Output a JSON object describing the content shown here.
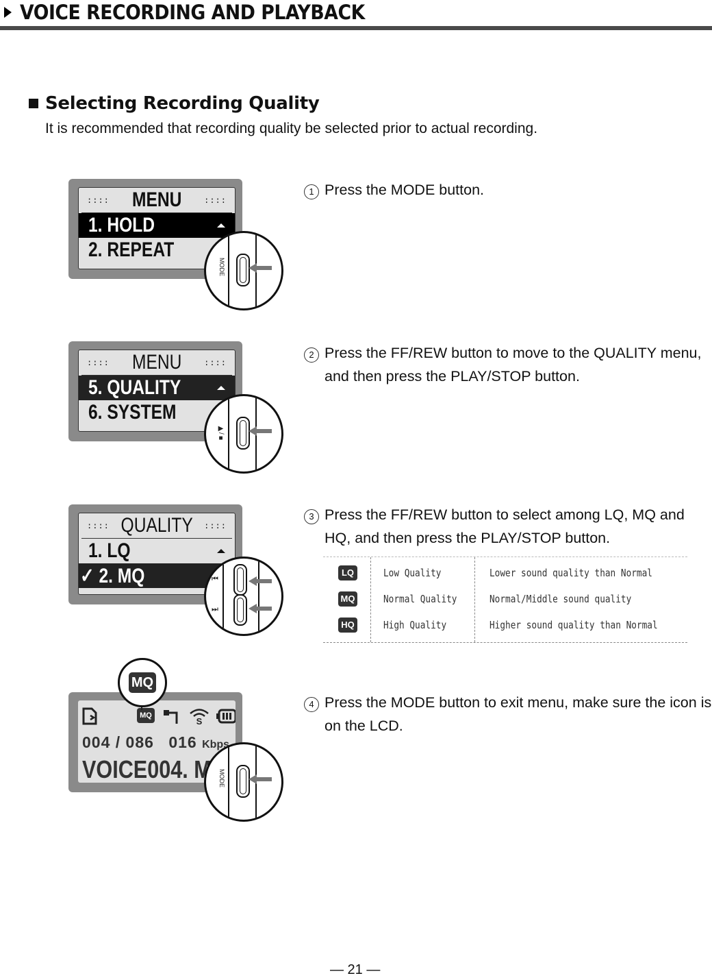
{
  "header": {
    "title": "VOICE RECORDING AND PLAYBACK",
    "marker_icon": "triangle-right-icon"
  },
  "section": {
    "title": "Selecting Recording Quality",
    "bullet_icon": "square-bullet-icon",
    "description": "It is recommended that recording quality be selected prior to actual recording."
  },
  "steps": [
    {
      "number": "1",
      "text": "Press the MODE button."
    },
    {
      "number": "2",
      "text": "Press the FF/REW button to move to the QUALITY menu, and then press the PLAY/STOP button."
    },
    {
      "number": "3",
      "text": "Press the FF/REW button to select among LQ, MQ and HQ, and then press the PLAY/STOP button."
    },
    {
      "number": "4",
      "text": "Press the MODE button to exit menu, make sure the icon is on the LCD."
    }
  ],
  "lcd_screens": [
    {
      "header": "MENU",
      "rows": [
        {
          "label": "1. HOLD",
          "selected": true
        },
        {
          "label": "2. REPEAT",
          "selected": false
        }
      ],
      "button_label": "MODE"
    },
    {
      "header": "MENU",
      "rows": [
        {
          "label": "5. QUALITY",
          "selected": true
        },
        {
          "label": "6. SYSTEM",
          "selected": false
        }
      ],
      "button_label": "▶/■"
    },
    {
      "header": "QUALITY",
      "rows": [
        {
          "label": "1. LQ",
          "selected": false
        },
        {
          "label": "✓ 2. MQ",
          "selected": true
        }
      ],
      "button_labels": [
        "⏮",
        "⏭"
      ]
    },
    {
      "magnified_badge": "MQ",
      "status_badge": "MQ",
      "track_counter": "004 / 086",
      "bitrate": "016",
      "bitrate_unit": "Kbps",
      "filename": "VOICE004. M",
      "button_label": "MODE",
      "icons": [
        "voice-record-icon",
        "mq-badge-icon",
        "plug-icon",
        "srs-wireless-icon",
        "battery-icon"
      ]
    }
  ],
  "quality_table": {
    "rows": [
      {
        "badge": "LQ",
        "name": "Low Quality",
        "description": "Lower sound quality than Normal"
      },
      {
        "badge": "MQ",
        "name": "Normal Quality",
        "description": "Normal/Middle sound quality"
      },
      {
        "badge": "HQ",
        "name": "High Quality",
        "description": "Higher sound quality than Normal"
      }
    ]
  },
  "footer": {
    "page_number": "— 21 —"
  }
}
